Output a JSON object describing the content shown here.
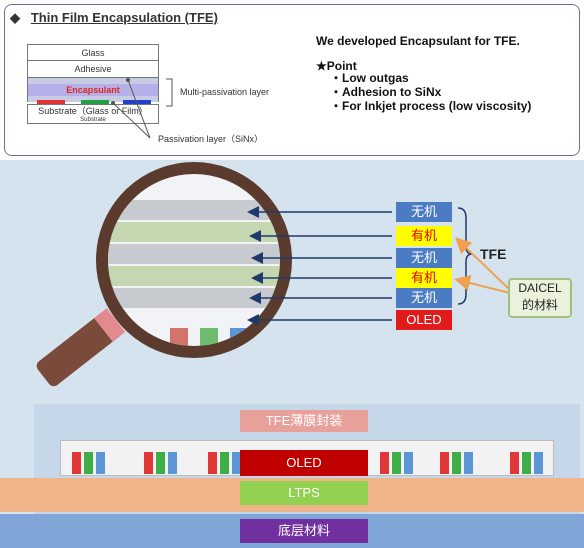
{
  "top": {
    "title_prefix": "◆",
    "title": "Thin Film Encapsulation (TFE)",
    "layers": {
      "glass": "Glass",
      "adhesive": "Adhesive",
      "encapsulant": "Encapsulant",
      "substrate": "Substrate（Glass or Film）",
      "substrate_small": "Substrate"
    },
    "annotations": {
      "multi": "Multi-passivation layer",
      "passivation": "Passivation layer（SiNx）"
    },
    "headline": "We developed Encapsulant for TFE.",
    "point_title": "★Point",
    "points": [
      "・Low outgas",
      "・Adhesion to SiNx",
      "・For Inkjet process (low viscosity)"
    ]
  },
  "lower": {
    "labels": [
      "无机",
      "有机",
      "无机",
      "有机",
      "无机",
      "OLED"
    ],
    "tfe": "TFE",
    "daicel_line1": "DAICEL",
    "daicel_line2": "的材料",
    "tfe_pack": "TFE薄膜封装",
    "oled": "OLED",
    "ltps": "LTPS",
    "base": "底层材料"
  },
  "colors": {
    "inorganic": "#4a7bc3",
    "organic": "#ffff00",
    "oled": "#e11b1b",
    "ltps": "#92d050",
    "base": "#7030a0",
    "tfe_pack": "#e8a09a",
    "lens_frame": "#5b3b2e"
  }
}
